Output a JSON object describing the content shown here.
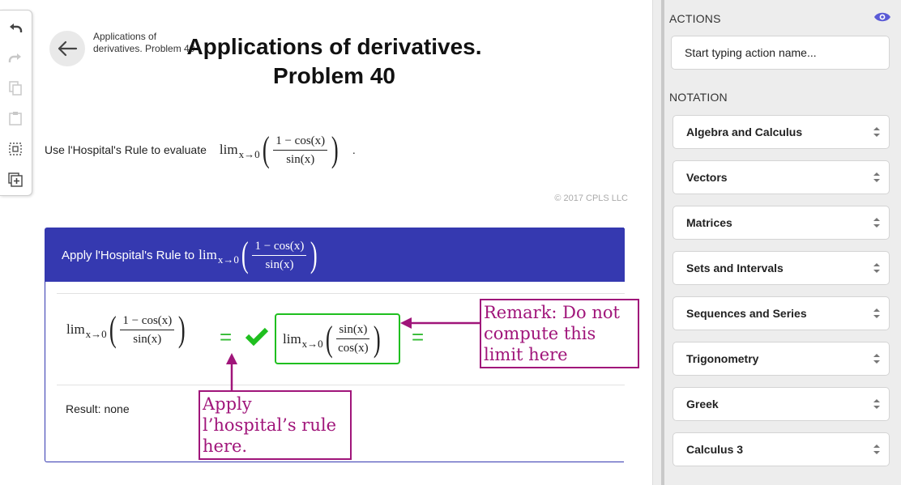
{
  "toolbar": {
    "icons": [
      "undo-icon",
      "redo-icon",
      "copy-icon",
      "paste-icon",
      "select-region-icon",
      "insert-box-icon"
    ]
  },
  "header": {
    "breadcrumb": "Applications of derivatives. Problem 40",
    "title": "Applications of derivatives. Problem 40"
  },
  "problem": {
    "prompt": "Use l'Hospital's Rule to evaluate",
    "lim": "lim",
    "lim_sub": "x→0",
    "numerator": "1 − cos(x)",
    "denominator": "sin(x)",
    "trailing": "."
  },
  "copyright": "© 2017 CPLS LLC",
  "step": {
    "header_text": "Apply l'Hospital's Rule to",
    "lhs": {
      "lim": "lim",
      "sub": "x→0",
      "numerator": "1 − cos(x)",
      "denominator": "sin(x)"
    },
    "equals": "=",
    "rhs": {
      "lim": "lim",
      "sub": "x→0",
      "numerator": "sin(x)",
      "denominator": "cos(x)"
    },
    "result": "Result: none"
  },
  "annotations": {
    "remark": "Remark: Do not compute this limit here",
    "apply": "Apply l’hospital’s rule here."
  },
  "sidebar": {
    "actions_heading": "ACTIONS",
    "action_placeholder": "Start typing action name...",
    "notation_heading": "NOTATION",
    "notation_items": [
      "Algebra and Calculus",
      "Vectors",
      "Matrices",
      "Sets and Intervals",
      "Sequences and Series",
      "Trigonometry",
      "Greek",
      "Calculus 3"
    ]
  },
  "colors": {
    "step_header": "#3539b0",
    "annotation": "#a0157a",
    "check": "#1fbf1f",
    "eye_icon": "#5a5ad6"
  }
}
